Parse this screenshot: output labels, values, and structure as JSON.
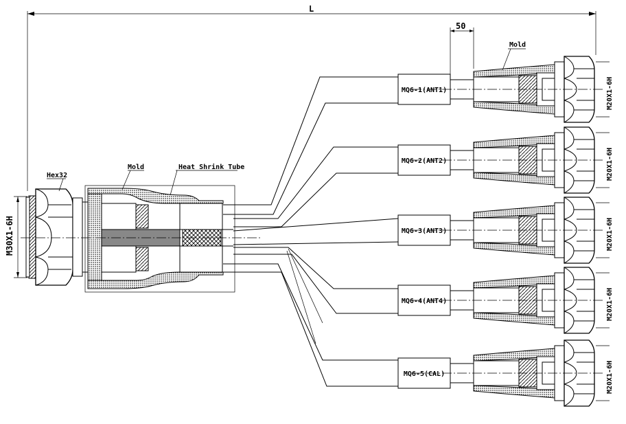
{
  "labels": {
    "length": "L",
    "dim_50": "50",
    "hex": "Hex32",
    "mold_main": "Mold",
    "mold_top": "Mold",
    "heat_shrink": "Heat Shrink Tube",
    "main_thread": "M30X1-6H"
  },
  "branches": [
    {
      "label": "MQ6-1(ANT1)",
      "thread": "M20X1-6H"
    },
    {
      "label": "MQ6-2(ANT2)",
      "thread": "M20X1-6H"
    },
    {
      "label": "MQ6-3(ANT3)",
      "thread": "M20X1-6H"
    },
    {
      "label": "MQ6-4(ANT4)",
      "thread": "M20X1-6H"
    },
    {
      "label": "MQ6-5(CAL)",
      "thread": "M20X1-6H"
    }
  ]
}
